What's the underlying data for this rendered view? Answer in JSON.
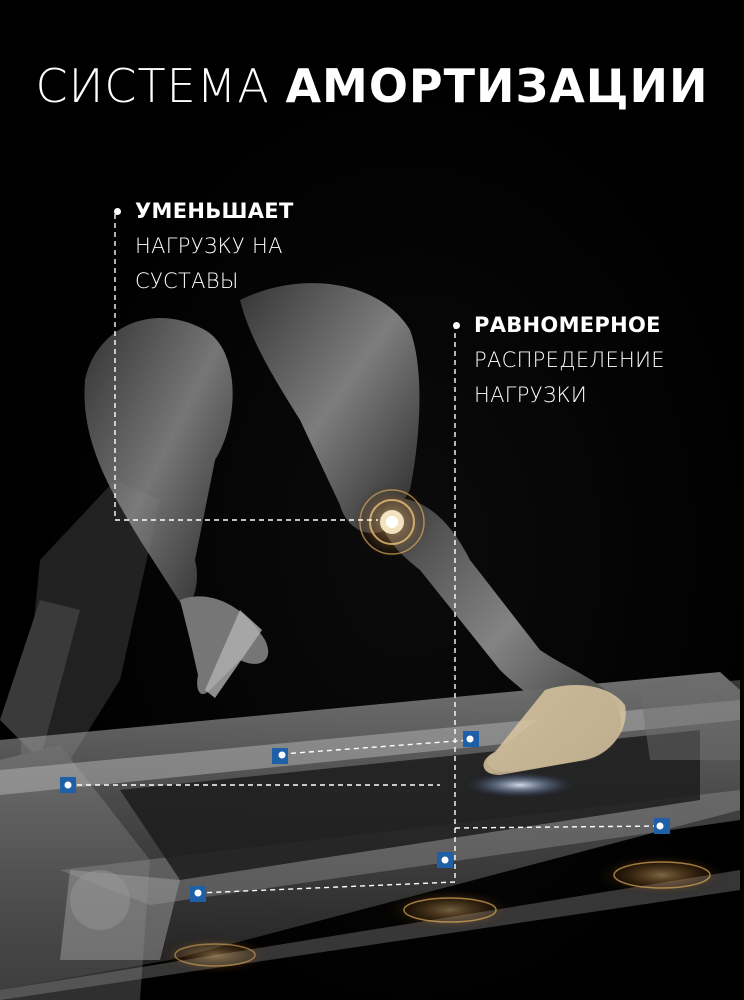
{
  "title": {
    "light": "СИСТЕМА ",
    "bold": "АМОРТИЗАЦИИ"
  },
  "callouts": [
    {
      "head": "УМЕНЬШАЕТ",
      "line1": "НАГРУЗКУ НА",
      "line2": "СУСТАВЫ"
    },
    {
      "head": "РАВНОМЕРНОЕ",
      "line1": "РАСПРЕДЕЛЕНИЕ",
      "line2": "НАГРУЗКИ"
    }
  ],
  "colors": {
    "background": "#000000",
    "text": "#ffffff",
    "marker": "#1f5fa8",
    "glow": "#d9a85a"
  }
}
